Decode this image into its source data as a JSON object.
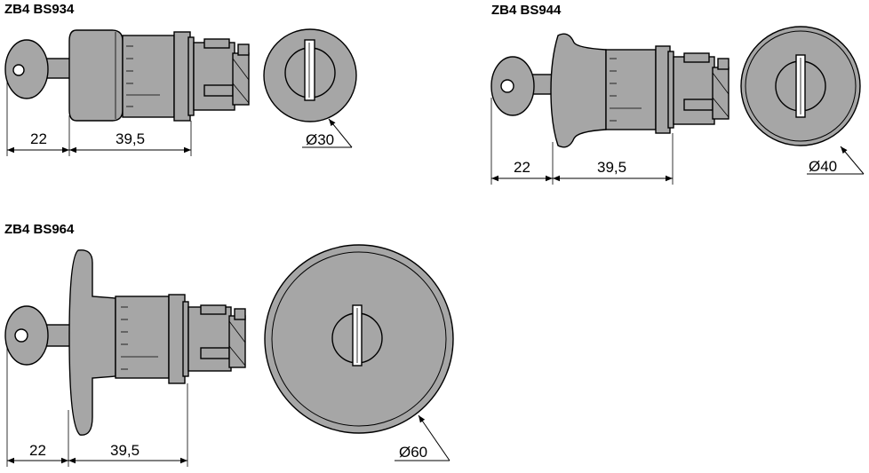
{
  "drawings": [
    {
      "id": "bs934",
      "title": "ZB4 BS934",
      "dim_key": "22",
      "dim_body": "39,5",
      "diameter": "Ø30"
    },
    {
      "id": "bs944",
      "title": "ZB4 BS944",
      "dim_key": "22",
      "dim_body": "39,5",
      "diameter": "Ø40"
    },
    {
      "id": "bs964",
      "title": "ZB4 BS964",
      "dim_key": "22",
      "dim_body": "39,5",
      "diameter": "Ø60"
    }
  ],
  "colors": {
    "part_fill": "#a6a6a6",
    "outline": "#000000",
    "background": "#ffffff"
  }
}
